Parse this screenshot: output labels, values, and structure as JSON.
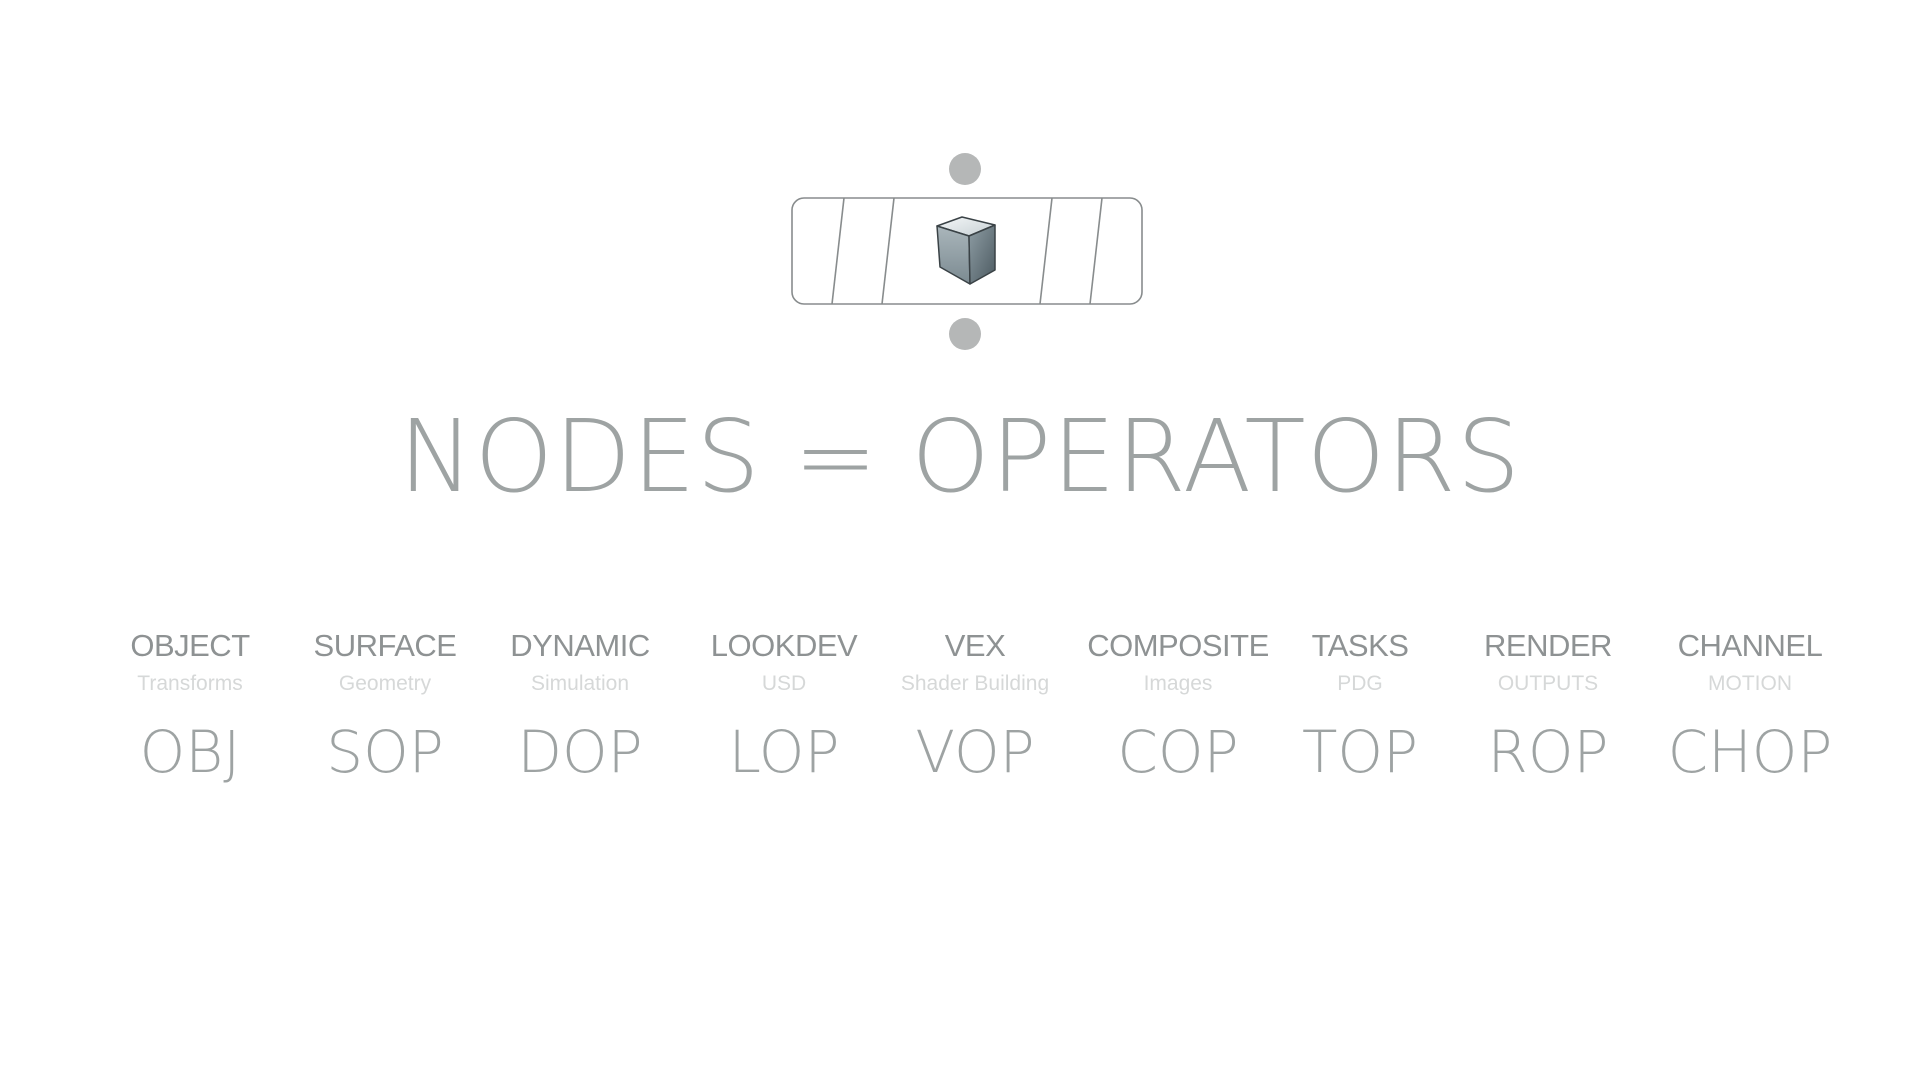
{
  "diagram": {
    "icon": "cube-icon",
    "title": "NODES = OPERATORS",
    "operators": [
      {
        "category": "OBJECT",
        "subtitle": "Transforms",
        "abbr": "OBJ"
      },
      {
        "category": "SURFACE",
        "subtitle": "Geometry",
        "abbr": "SOP"
      },
      {
        "category": "DYNAMIC",
        "subtitle": "Simulation",
        "abbr": "DOP"
      },
      {
        "category": "LOOKDEV",
        "subtitle": "USD",
        "abbr": "LOP"
      },
      {
        "category": "VEX",
        "subtitle": "Shader Building",
        "abbr": "VOP"
      },
      {
        "category": "COMPOSITE",
        "subtitle": "Images",
        "abbr": "COP"
      },
      {
        "category": "TASKS",
        "subtitle": "PDG",
        "abbr": "TOP"
      },
      {
        "category": "RENDER",
        "subtitle": "OUTPUTS",
        "abbr": "ROP"
      },
      {
        "category": "CHANNEL",
        "subtitle": "MOTION",
        "abbr": "CHOP"
      }
    ]
  },
  "colors": {
    "title": "#9ea3a3",
    "category": "#8e9293",
    "subtitle": "#d6d8d8",
    "connector": "#b5b7b7"
  }
}
